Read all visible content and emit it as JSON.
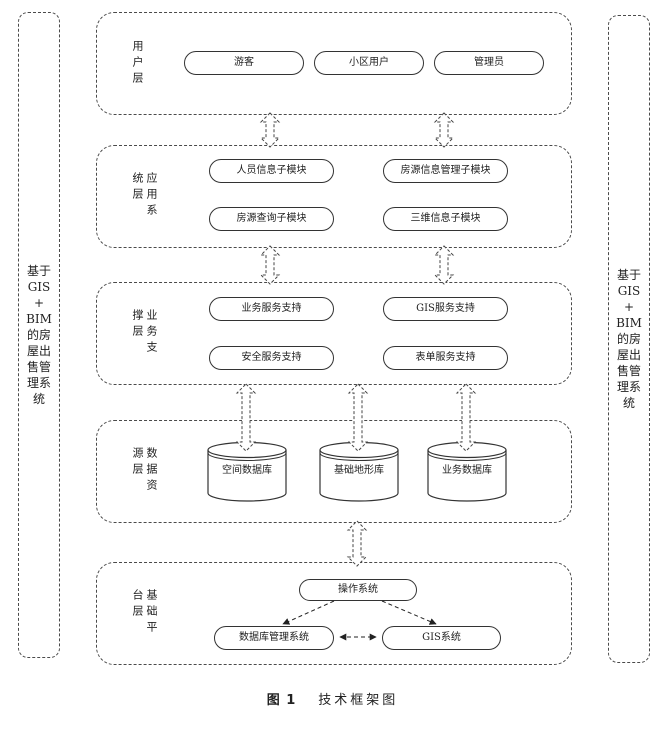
{
  "system_title_lines": [
    "基于",
    "GIS",
    "+",
    "BIM",
    "的房",
    "屋出",
    "售管",
    "理系",
    "统"
  ],
  "layers": [
    {
      "label": "用户层",
      "items": [
        "游客",
        "小区用户",
        "管理员"
      ]
    },
    {
      "label": "应用系统层",
      "items": [
        "人员信息子模块",
        "房源信息管理子模块",
        "房源查询子模块",
        "三维信息子模块"
      ]
    },
    {
      "label": "业务支撑层",
      "items": [
        "业务服务支持",
        "GIS服务支持",
        "安全服务支持",
        "表单服务支持"
      ]
    },
    {
      "label": "数据资源层",
      "items": [
        "空间数据库",
        "基础地形库",
        "业务数据库"
      ]
    },
    {
      "label": "基础平台层",
      "items": [
        "操作系统",
        "数据库管理系统",
        "GIS系统"
      ]
    }
  ],
  "caption": {
    "number": "图 1",
    "title": "技术框架图"
  },
  "colors": {
    "line": "#333333",
    "background": "#ffffff"
  }
}
